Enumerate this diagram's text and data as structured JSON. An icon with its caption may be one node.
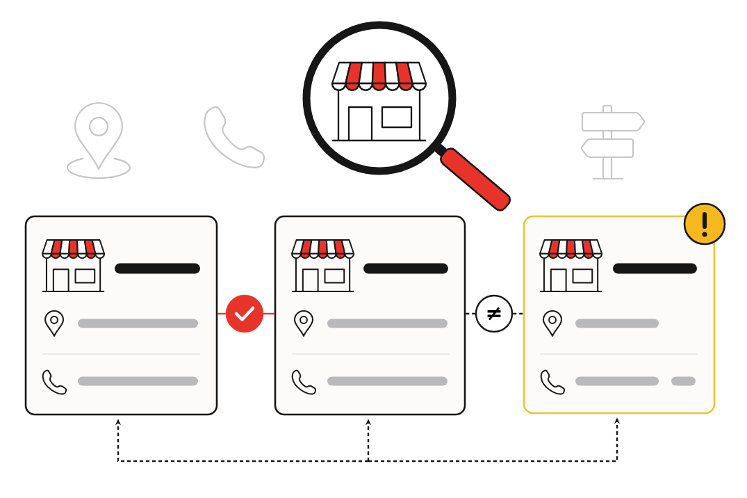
{
  "diagram": {
    "nodes": [
      {
        "text": [],
        "shape": "box"
      },
      {
        "text": [],
        "shape": "circle"
      },
      {
        "text": [],
        "shape": "box"
      },
      {
        "text": [
          "≠"
        ]
      },
      {
        "text": [],
        "shape": "box"
      }
    ],
    "edges": [
      {
        "from": 0,
        "to": 1,
        "arrow": "none",
        "color": "#e8332a"
      },
      {
        "from": 1,
        "to": 2,
        "arrow": "none",
        "color": "#e8332a"
      },
      {
        "from": 2,
        "to": 3,
        "arrow": "none",
        "style": "dashed"
      },
      {
        "from": 3,
        "to": 4,
        "arrow": "none",
        "style": "dashed"
      },
      {
        "from": null,
        "to": 0,
        "arrow": "to",
        "style": "dashed"
      },
      {
        "from": null,
        "to": 2,
        "arrow": "to",
        "style": "dashed"
      },
      {
        "from": null,
        "to": 4,
        "arrow": "to",
        "style": "dashed"
      }
    ]
  }
}
